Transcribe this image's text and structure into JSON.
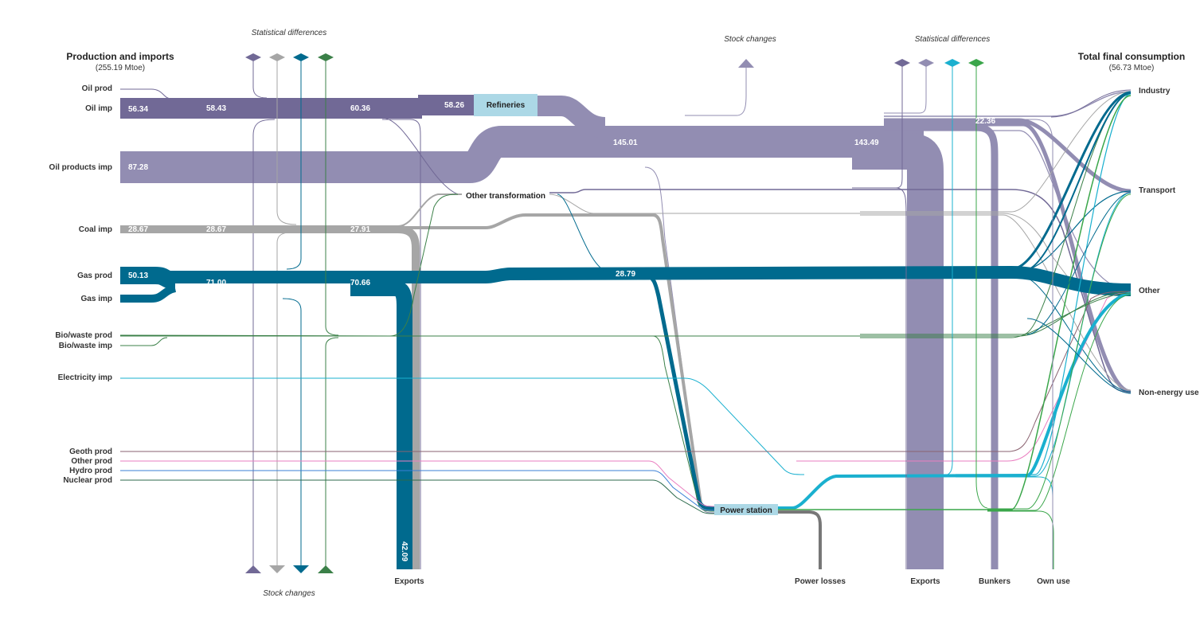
{
  "colors": {
    "oil": "#716996",
    "oil_products": "#928db2",
    "coal": "#a6a6a6",
    "gas": "#006a8e",
    "bio": "#3b8048",
    "electricity": "#1ab0cf",
    "geoth": "#8a6270",
    "other_prod": "#ea7ec0",
    "hydro": "#3a7fd6",
    "nuclear": "#2c6a4c",
    "green": "#3aa64a",
    "losses": "#777777",
    "node_fill": "#acd8e6"
  },
  "header": {
    "left_title": "Production and imports",
    "left_subtitle": "(255.19 Mtoe)",
    "right_title": "Total final consumption",
    "right_subtitle": "(56.73 Mtoe)",
    "stat_diff_left": "Statistical differences",
    "stat_diff_right": "Statistical differences",
    "stock_changes_top": "Stock  changes",
    "stock_changes_bottom": "Stock changes"
  },
  "sources": [
    {
      "key": "oil_prod",
      "label": "Oil prod"
    },
    {
      "key": "oil_imp",
      "label": "Oil imp"
    },
    {
      "key": "oil_products_imp",
      "label": "Oil products imp"
    },
    {
      "key": "coal_imp",
      "label": "Coal imp"
    },
    {
      "key": "gas_prod",
      "label": "Gas prod"
    },
    {
      "key": "gas_imp",
      "label": "Gas imp"
    },
    {
      "key": "bio_prod",
      "label": "Bio/waste prod"
    },
    {
      "key": "bio_imp",
      "label": "Bio/waste imp"
    },
    {
      "key": "elec_imp",
      "label": "Electricity imp"
    },
    {
      "key": "geoth_prod",
      "label": "Geoth prod"
    },
    {
      "key": "other_prod",
      "label": "Other prod"
    },
    {
      "key": "hydro_prod",
      "label": "Hydro prod"
    },
    {
      "key": "nuclear_prod",
      "label": "Nuclear prod"
    }
  ],
  "flow_values": {
    "oil_imp": "56.34",
    "oil_after_stock": "58.43",
    "oil_after_diff": "60.36",
    "oil_to_refineries": "58.26",
    "oil_products_imp": "87.28",
    "oil_products_total": "145.01",
    "oil_products_after_stock": "143.49",
    "oil_products_to_transport": "22.36",
    "coal_imp": "28.67",
    "coal_after_stock": "28.67",
    "coal_after_diff": "27.91",
    "gas_prod": "50.13",
    "gas_total": "71.00",
    "gas_after_diff": "70.66",
    "gas_to_power": "28.79",
    "gas_exports": "42.09"
  },
  "nodes": {
    "refineries": "Refineries",
    "other_transformation": "Other transformation",
    "power_station": "Power station"
  },
  "sinks": [
    {
      "key": "exports_1",
      "label": "Exports"
    },
    {
      "key": "power_losses",
      "label": "Power losses"
    },
    {
      "key": "exports_2",
      "label": "Exports"
    },
    {
      "key": "bunkers",
      "label": "Bunkers"
    },
    {
      "key": "own_use",
      "label": "Own use"
    }
  ],
  "consumption": [
    {
      "key": "industry",
      "label": "Industry"
    },
    {
      "key": "transport",
      "label": "Transport"
    },
    {
      "key": "other",
      "label": "Other"
    },
    {
      "key": "non_energy",
      "label": "Non-energy use"
    }
  ]
}
